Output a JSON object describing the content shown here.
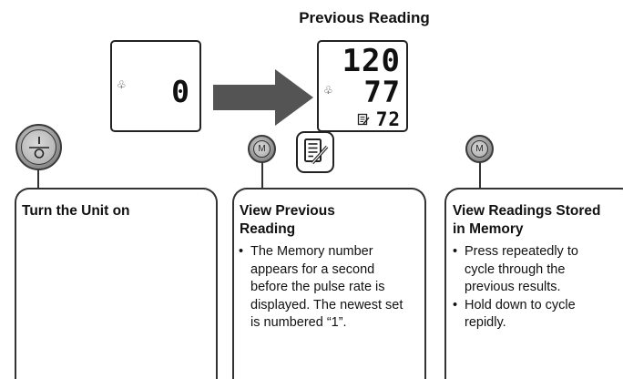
{
  "title": "Previous Reading",
  "display_left": {
    "value": "0"
  },
  "display_right": {
    "systolic": "120",
    "diastolic": "77",
    "pulse": "72"
  },
  "buttons": {
    "power_symbol": "I/O",
    "memory_label": "M"
  },
  "panels": [
    {
      "title": "Turn the Unit on",
      "bullets": []
    },
    {
      "title": "View Previous Reading",
      "bullets": [
        "The Memory number appears for a second before the pulse rate is displayed. The newest set is numbered “1”."
      ]
    },
    {
      "title": "View Readings Stored in Memory",
      "bullets": [
        "Press repeatedly to cycle through the previous results.",
        "Hold down to cycle repidly."
      ]
    }
  ],
  "colors": {
    "line": "#333333",
    "arrow": "#545454",
    "button": "#9a9a9a"
  },
  "icons": [
    "heart-symbol-icon",
    "arrow-right-icon",
    "memo-icon",
    "power-icon",
    "memory-button-icon"
  ]
}
